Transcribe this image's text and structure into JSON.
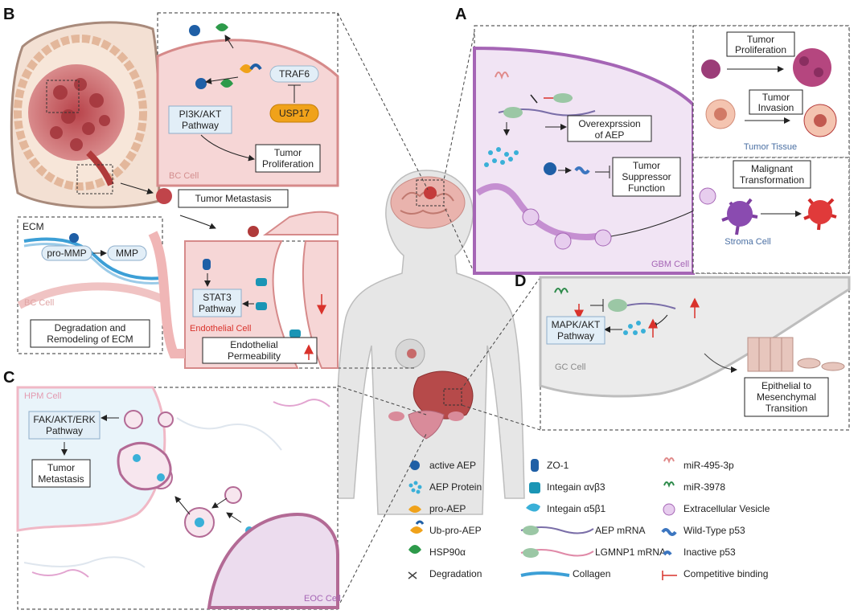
{
  "panels": {
    "A": {
      "letter": "A",
      "cell_label": "GBM Cell",
      "overexpression": [
        "Overexprssion",
        "of AEP"
      ],
      "tumor_suppressor": [
        "Tumor",
        "Suppressor",
        "Function"
      ],
      "tumor_proliferation": [
        "Tumor",
        "Proliferation"
      ],
      "tumor_invasion": [
        "Tumor",
        "Invasion"
      ],
      "tumor_tissue": "Tumor Tissue",
      "malignant_transformation": [
        "Malignant",
        "Transformation"
      ],
      "stroma_cell": "Stroma Cell"
    },
    "B": {
      "letter": "B",
      "traf6": "TRAF6",
      "usp17": "USP17",
      "pi3k_akt": [
        "PI3K/AKT",
        "Pathway"
      ],
      "tumor_proliferation": [
        "Tumor",
        "Proliferation"
      ],
      "bc_cell_top": "BC Cell",
      "tumor_metastasis": "Tumor Metastasis",
      "ecm": "ECM",
      "pro_mmp": "pro-MMP",
      "mmp": "MMP",
      "bc_cell_bottom": "BC Cell",
      "degradation": [
        "Degradation and",
        "Remodeling of ECM"
      ],
      "stat3": [
        "STAT3",
        "Pathway"
      ],
      "endothelial_cell": "Endothelial Cell",
      "endothelial_permeability": [
        "Endothelial",
        "Permeability"
      ]
    },
    "C": {
      "letter": "C",
      "hpm_cell": "HPM Cell",
      "fak_akt_erk": [
        "FAK/AKT/ERK",
        "Pathway"
      ],
      "tumor_metastasis": [
        "Tumor",
        "Metastasis"
      ],
      "eoc_cell": "EOC Cell"
    },
    "D": {
      "letter": "D",
      "mapk_akt": [
        "MAPK/AKT",
        "Pathway"
      ],
      "gc_cell": "GC Cell",
      "emt": [
        "Epithelial to",
        "Mesenchymal",
        "Transition"
      ]
    }
  },
  "legend": {
    "col1": [
      "active AEP",
      "AEP Protein",
      "pro-AEP",
      "Ub-pro-AEP",
      "HSP90α",
      "Degradation"
    ],
    "col2": [
      "ZO-1",
      "Integain αvβ3",
      "Integain α5β1",
      "AEP mRNA",
      "LGMNP1 mRNA",
      "Collagen"
    ],
    "col3": [
      "miR-495-3p",
      "miR-3978",
      "Extracellular Vesicle",
      "Wild-Type p53",
      "Inactive p53",
      "Competitive binding"
    ]
  },
  "colors": {
    "pink_bg": "#f6d6d6",
    "purple": "#a565b5",
    "light_purple": "#f1e4f4",
    "blue_box": "#e2eef7",
    "red_arrow": "#d9322b",
    "usp17_orange": "#f0a21a",
    "aep_blue": "#1f5fa6"
  }
}
